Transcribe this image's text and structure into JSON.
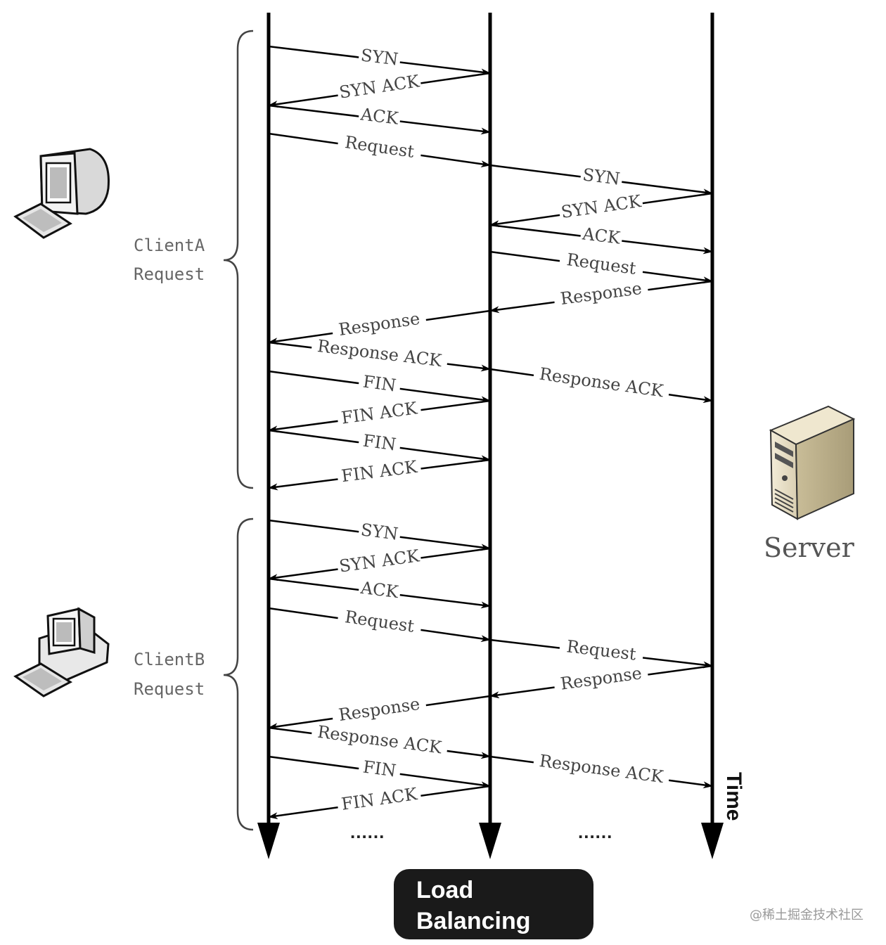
{
  "colors": {
    "line": "#000000",
    "label": "#444444",
    "badge": "#1a1a1a",
    "watermark": "#999999"
  },
  "labels": {
    "client_a": [
      "ClientA",
      "Request"
    ],
    "client_b": [
      "ClientB",
      "Request"
    ],
    "server": "Server",
    "time": "Time",
    "dots_left": "......",
    "dots_right": "......",
    "load_balancing": [
      "Load",
      "Balancing"
    ],
    "watermark": "@稀土掘金技术社区"
  },
  "lifelines": [
    "client",
    "load-balancer",
    "server"
  ],
  "messages": [
    {
      "from": "client",
      "to": "load-balancer",
      "label": "SYN"
    },
    {
      "from": "load-balancer",
      "to": "client",
      "label": "SYN ACK"
    },
    {
      "from": "client",
      "to": "load-balancer",
      "label": "ACK"
    },
    {
      "from": "client",
      "to": "load-balancer",
      "label": "Request"
    },
    {
      "from": "load-balancer",
      "to": "server",
      "label": "SYN"
    },
    {
      "from": "server",
      "to": "load-balancer",
      "label": "SYN ACK"
    },
    {
      "from": "load-balancer",
      "to": "server",
      "label": "ACK"
    },
    {
      "from": "load-balancer",
      "to": "server",
      "label": "Request"
    },
    {
      "from": "server",
      "to": "load-balancer",
      "label": "Response"
    },
    {
      "from": "load-balancer",
      "to": "client",
      "label": "Response"
    },
    {
      "from": "client",
      "to": "load-balancer",
      "label": "Response ACK"
    },
    {
      "from": "load-balancer",
      "to": "server",
      "label": "Response ACK"
    },
    {
      "from": "client",
      "to": "load-balancer",
      "label": "FIN"
    },
    {
      "from": "load-balancer",
      "to": "client",
      "label": "FIN ACK"
    },
    {
      "from": "client",
      "to": "load-balancer",
      "label": "FIN"
    },
    {
      "from": "load-balancer",
      "to": "client",
      "label": "FIN ACK"
    },
    {
      "from": "client",
      "to": "load-balancer",
      "label": "SYN"
    },
    {
      "from": "load-balancer",
      "to": "client",
      "label": "SYN ACK"
    },
    {
      "from": "client",
      "to": "load-balancer",
      "label": "ACK"
    },
    {
      "from": "client",
      "to": "load-balancer",
      "label": "Request"
    },
    {
      "from": "load-balancer",
      "to": "server",
      "label": "Request"
    },
    {
      "from": "server",
      "to": "load-balancer",
      "label": "Response"
    },
    {
      "from": "load-balancer",
      "to": "client",
      "label": "Response"
    },
    {
      "from": "client",
      "to": "load-balancer",
      "label": "Response ACK"
    },
    {
      "from": "load-balancer",
      "to": "server",
      "label": "Response ACK"
    },
    {
      "from": "client",
      "to": "load-balancer",
      "label": "FIN"
    },
    {
      "from": "load-balancer",
      "to": "client",
      "label": "FIN ACK"
    }
  ]
}
